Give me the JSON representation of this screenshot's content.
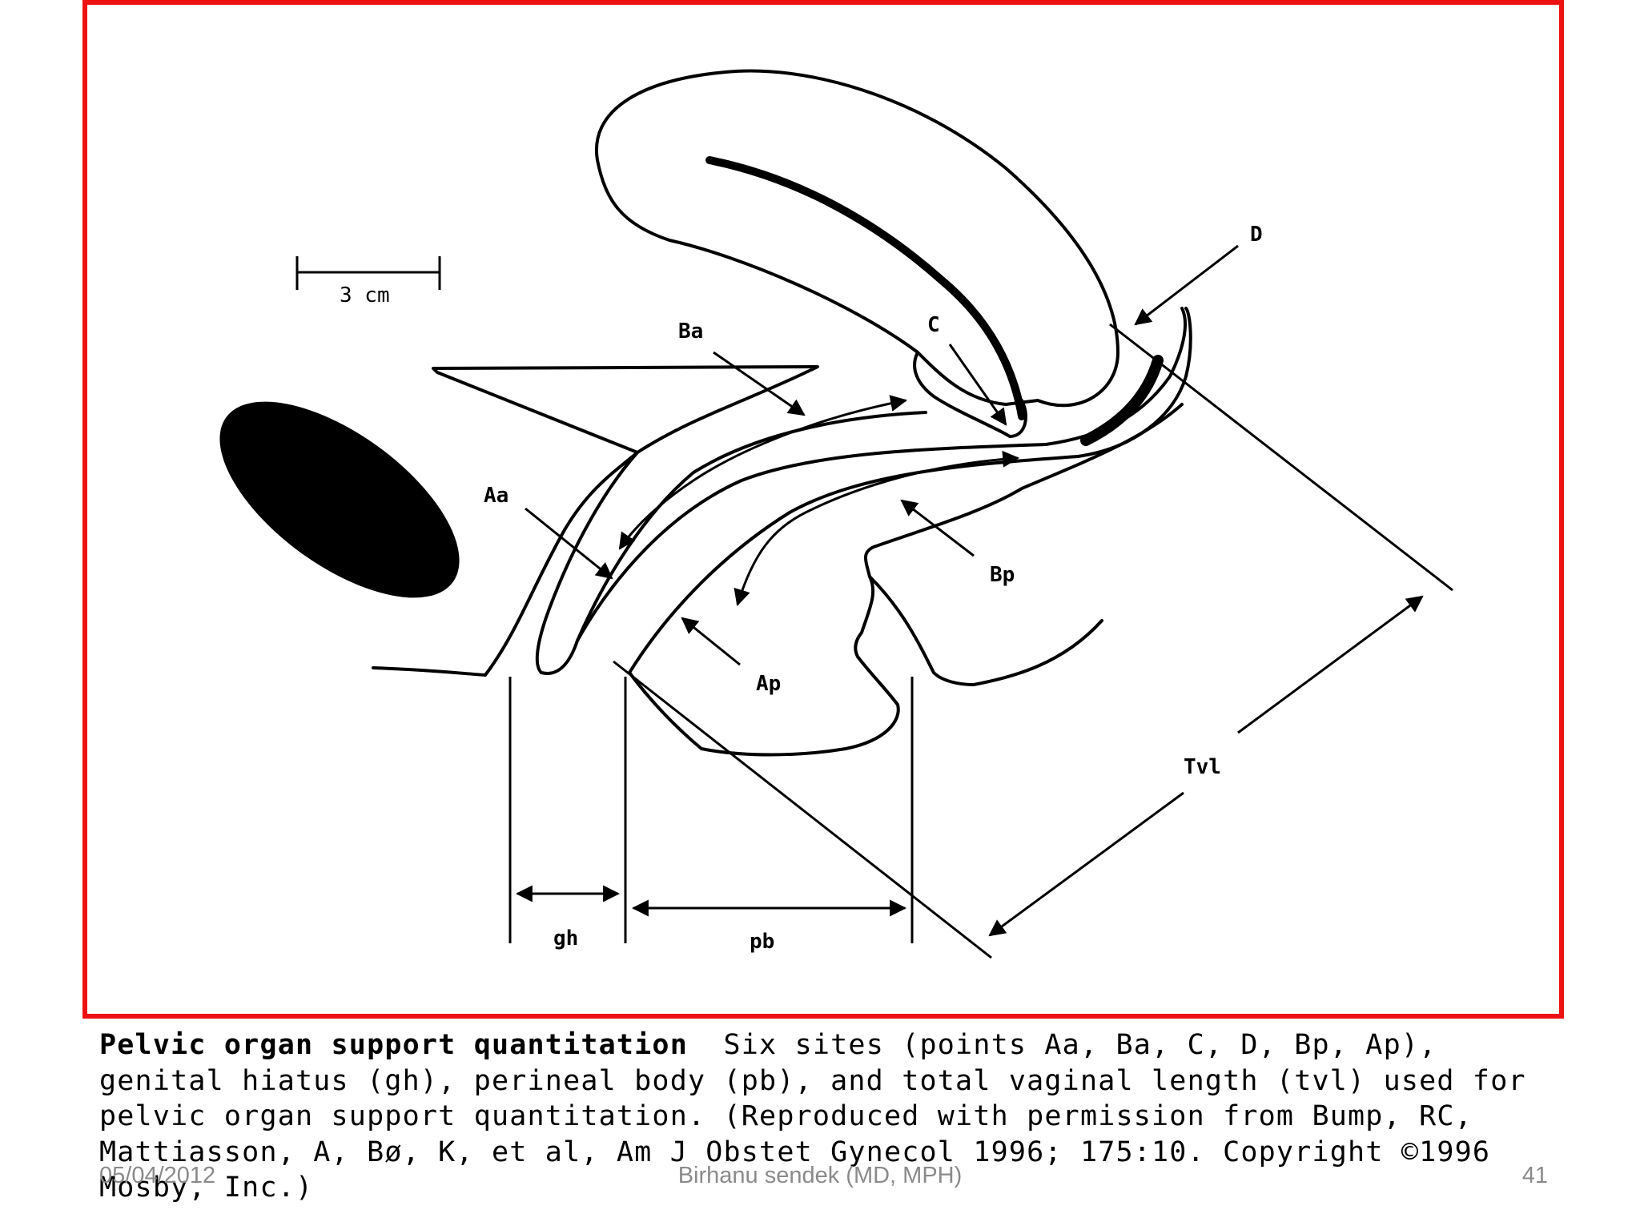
{
  "diagram": {
    "scale_label": "3 cm",
    "points": {
      "Aa": "Aa",
      "Ba": "Ba",
      "C": "C",
      "D": "D",
      "Bp": "Bp",
      "Ap": "Ap",
      "gh": "gh",
      "pb": "pb",
      "tvl": "Tvl"
    },
    "frame_color": "#ee1111"
  },
  "caption": {
    "title": "Pelvic organ support quantitation",
    "body": "Six sites (points Aa, Ba, C, D, Bp, Ap), genital hiatus (gh), perineal body (pb), and total vaginal length (tvl) used for pelvic organ support quantitation. (Reproduced with permission from Bump, RC, Mattiasson, A, Bø, K, et al, Am J Obstet Gynecol 1996; 175:10. Copyright ©1996 Mosby, Inc.)"
  },
  "footer": {
    "date": "05/04/2012",
    "author": "Birhanu sendek (MD, MPH)",
    "page": "41"
  }
}
